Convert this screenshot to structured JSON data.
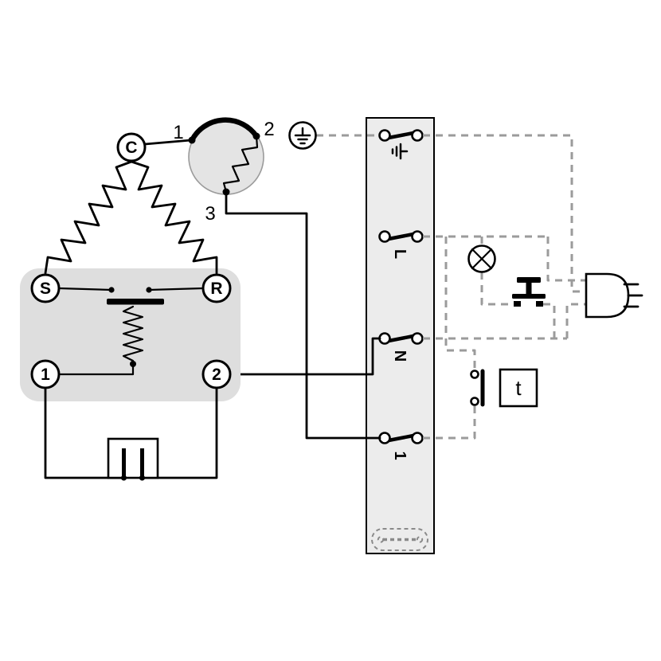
{
  "motor": {
    "common_label": "C",
    "start_label": "S",
    "run_label": "R"
  },
  "relay": {
    "terminal_1_label": "1",
    "terminal_2_label": "2"
  },
  "start_device": {
    "terminal_1_label": "1",
    "terminal_2_label": "2",
    "terminal_3_label": "3"
  },
  "terminal_board": {
    "live_label": "L",
    "neutral_label": "N",
    "line1_label": "1"
  },
  "thermostat": {
    "label": "t"
  },
  "icons": {
    "earth": "earth-symbol",
    "board_earth": "earth-symbol-small",
    "lamp": "lamp-icon",
    "door_switch": "door-switch-icon",
    "plug": "mains-plug-icon",
    "capacitor": "start-capacitor",
    "jumper": "jumper-outline"
  },
  "colors": {
    "wire": "#000000",
    "external_wire": "#9b9b9b",
    "relay_fill": "#dedede",
    "board_fill": "#ececec",
    "starter_fill": "#e4e4e4",
    "starter_stroke": "#9b9b9b"
  }
}
